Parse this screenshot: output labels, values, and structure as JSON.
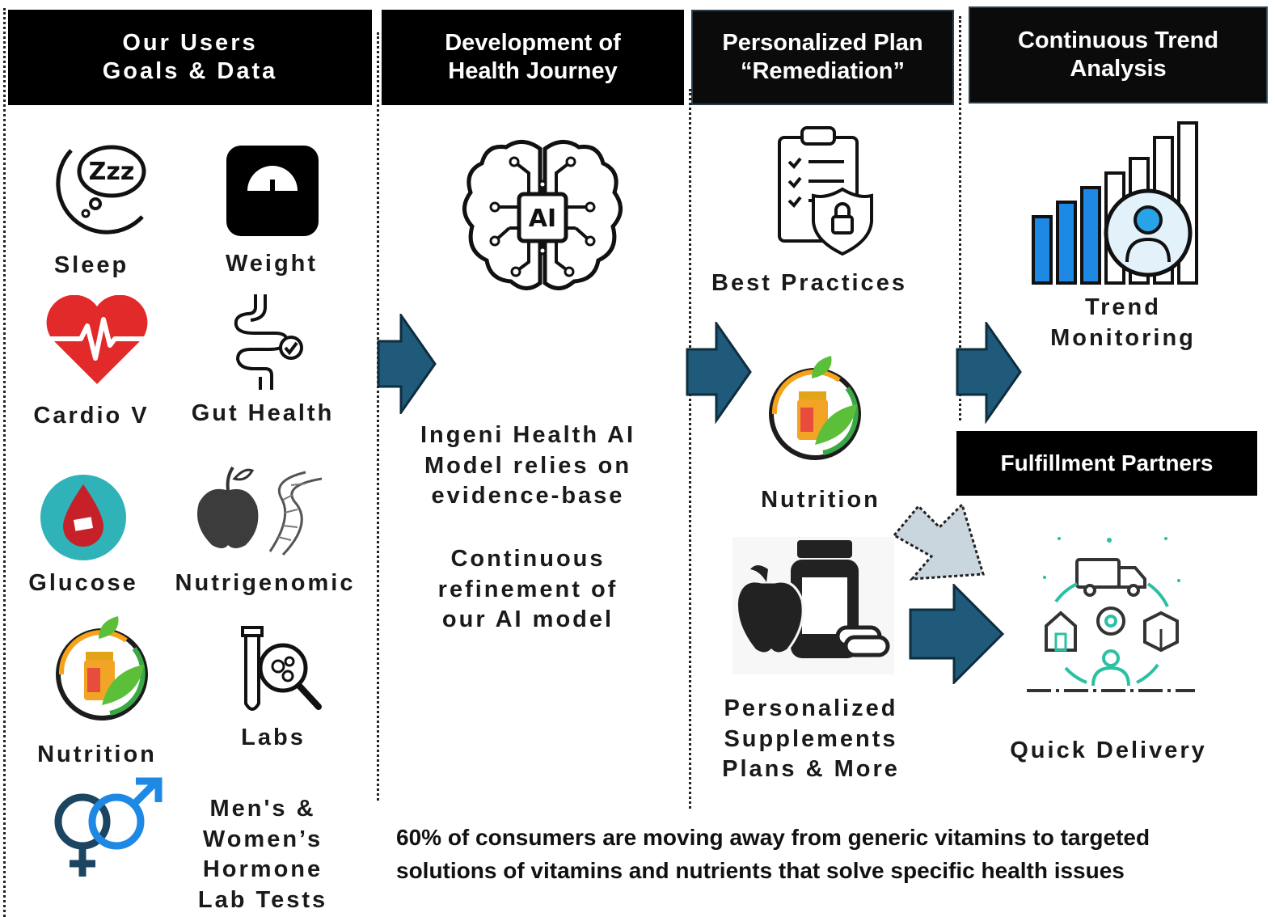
{
  "headers": {
    "col1": "Our Users\nGoals & Data",
    "col2": "Development of\nHealth Journey",
    "col3": "Personalized Plan\n“Remediation”",
    "col4": "Continuous Trend\nAnalysis",
    "fulfillment": "Fulfillment Partners"
  },
  "user_data": [
    {
      "label": "Sleep",
      "icon": "sleep-moon-icon"
    },
    {
      "label": "Weight",
      "icon": "scale-icon"
    },
    {
      "label": "Cardio V",
      "icon": "heart-pulse-icon"
    },
    {
      "label": "Gut Health",
      "icon": "intestine-icon"
    },
    {
      "label": "Glucose",
      "icon": "blood-drop-icon"
    },
    {
      "label": "Nutrigenomic",
      "icon": "apple-dna-icon"
    },
    {
      "label": "Nutrition",
      "icon": "supplement-bottle-leaf-icon"
    },
    {
      "label": "Labs",
      "icon": "test-tube-magnifier-icon"
    },
    {
      "label": "Men's &\nWomen’s\nHormone\nLab Tests",
      "icon": "gender-symbols-icon"
    }
  ],
  "journey": {
    "icon": "ai-brain-icon",
    "text1": "Ingeni Health AI\nModel relies on\nevidence-base",
    "text2": "Continuous\nrefinement of\nour AI model"
  },
  "plan": [
    {
      "label": "Best Practices",
      "icon": "clipboard-shield-icon"
    },
    {
      "label": "Nutrition",
      "icon": "supplement-bottle-leaf-icon"
    },
    {
      "label": "Personalized\nSupplements\nPlans & More",
      "icon": "apple-pill-bottle-icon"
    }
  ],
  "trend": {
    "label": "Trend\nMonitoring",
    "icon": "bar-chart-person-icon"
  },
  "delivery": {
    "label": "Quick Delivery",
    "icon": "delivery-cycle-icon"
  },
  "note": "60% of consumers are moving away from generic vitamins to targeted solutions of vitamins and nutrients that solve specific health issues",
  "colors": {
    "arrow": "#1f5a7a",
    "header_bg": "#000000",
    "accent_blue": "#1e88e5",
    "light_arrow": "#c9d6de"
  }
}
